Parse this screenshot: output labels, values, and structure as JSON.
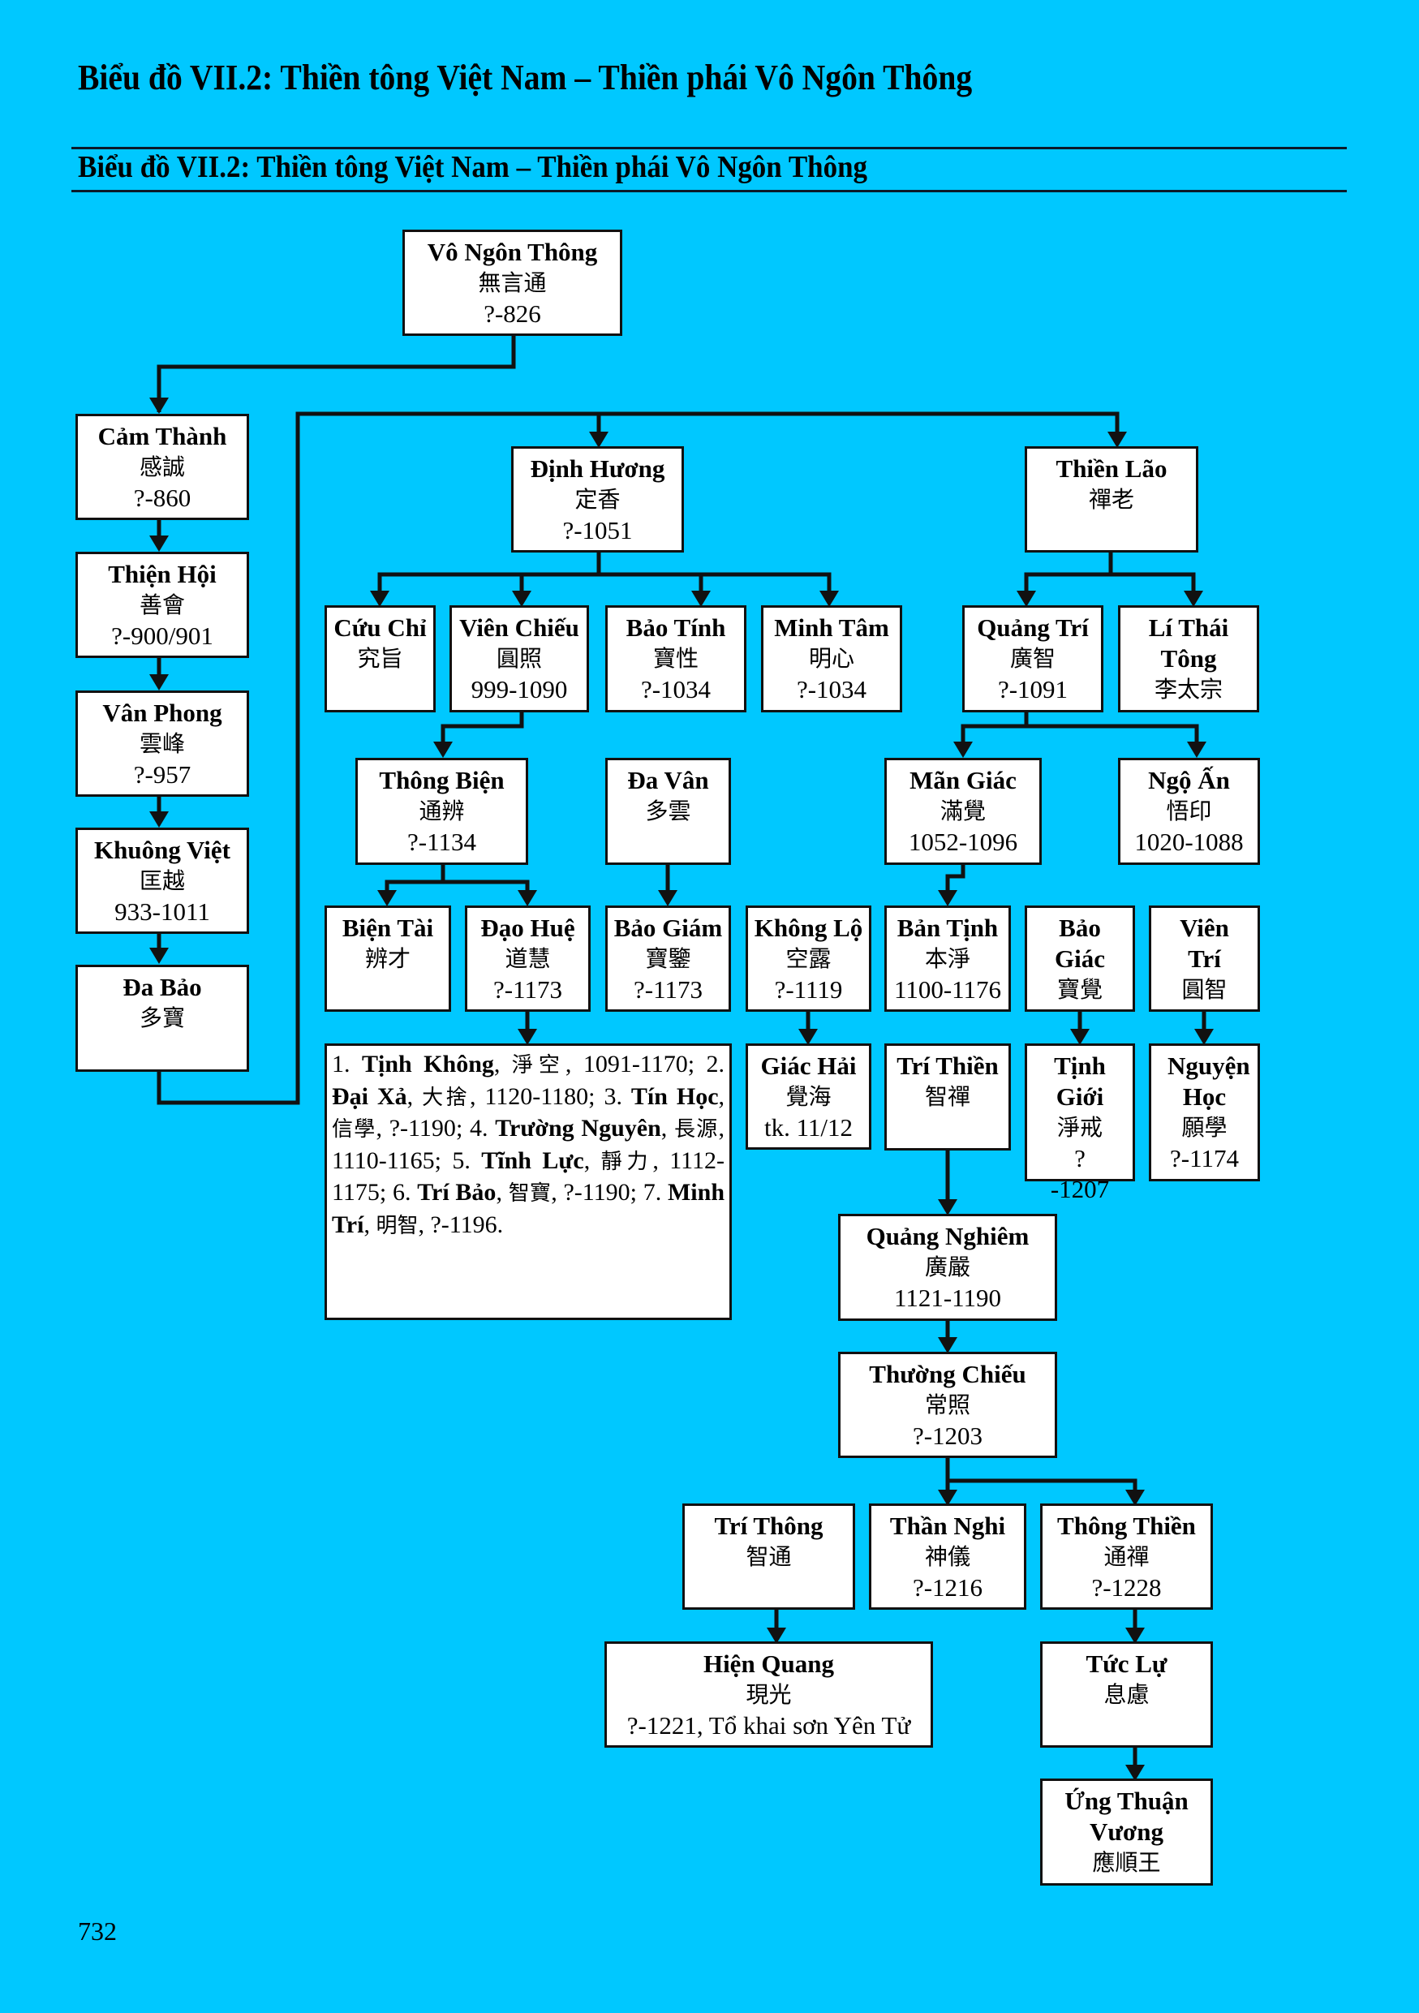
{
  "page": {
    "title": "Biểu đồ VII.2: Thiền tông Việt Nam – Thiền phái Vô Ngôn Thông",
    "subtitle": "Biểu đồ VII.2: Thiền tông Việt Nam – Thiền phái Vô Ngôn Thông",
    "page_number": "732"
  },
  "colors": {
    "background": "#00c8ff",
    "box_fill": "#ffffff",
    "line": "#111111"
  },
  "nodes": {
    "vo_ngon_thong": {
      "name": "Vô Ngôn Thông",
      "han": "無言通",
      "dates": "?-826"
    },
    "cam_thanh": {
      "name": "Cảm Thành",
      "han": "感誠",
      "dates": "?-860"
    },
    "thien_hoi": {
      "name": "Thiện Hội",
      "han": "善會",
      "dates": "?-900/901"
    },
    "van_phong": {
      "name": "Vân Phong",
      "han": "雲峰",
      "dates": "?-957"
    },
    "khuong_viet": {
      "name": "Khuông Việt",
      "han": "匡越",
      "dates": "933-1011"
    },
    "da_bao": {
      "name": "Đa Bảo",
      "han": "多寶",
      "dates": ""
    },
    "dinh_huong": {
      "name": "Định Hương",
      "han": "定香",
      "dates": "?-1051"
    },
    "thien_lao": {
      "name": "Thiền Lão",
      "han": "禪老",
      "dates": ""
    },
    "cuu_chi": {
      "name": "Cứu Chỉ",
      "han": "究旨",
      "dates": ""
    },
    "vien_chieu": {
      "name": "Viên Chiếu",
      "han": "圓照",
      "dates": "999-1090"
    },
    "bao_tinh": {
      "name": "Bảo Tính",
      "han": "寶性",
      "dates": "?-1034"
    },
    "minh_tam": {
      "name": "Minh Tâm",
      "han": "明心",
      "dates": "?-1034"
    },
    "quang_tri": {
      "name": "Quảng Trí",
      "han": "廣智",
      "dates": "?-1091"
    },
    "li_thai_tong": {
      "name": "Lí Thái Tông",
      "han": "李太宗",
      "dates": ""
    },
    "thong_bien": {
      "name": "Thông Biện",
      "han": "通辨",
      "dates": "?-1134"
    },
    "da_van": {
      "name": "Đa Vân",
      "han": "多雲",
      "dates": ""
    },
    "man_giac": {
      "name": "Mãn Giác",
      "han": "滿覺",
      "dates": "1052-1096"
    },
    "ngo_an": {
      "name": "Ngộ Ấn",
      "han": "悟印",
      "dates": "1020-1088"
    },
    "bien_tai": {
      "name": "Biện Tài",
      "han": "辨才",
      "dates": ""
    },
    "dao_hue": {
      "name": "Đạo Huệ",
      "han": "道慧",
      "dates": "?-1173"
    },
    "bao_giam": {
      "name": "Bảo Giám",
      "han": "寶鑒",
      "dates": "?-1173"
    },
    "khong_lo": {
      "name": "Không Lộ",
      "han": "空露",
      "dates": "?-1119"
    },
    "ban_tinh": {
      "name": "Bản Tịnh",
      "han": "本淨",
      "dates": "1100-1176"
    },
    "bao_giac": {
      "name": "Bảo Giác",
      "han": "寶覺",
      "dates": ""
    },
    "vien_tri": {
      "name": "Viên Trí",
      "han": "圓智",
      "dates": ""
    },
    "giac_hai": {
      "name": "Giác Hải",
      "han": "覺海",
      "dates": "tk. 11/12"
    },
    "tri_thien": {
      "name": "Trí Thiền",
      "han": "智禪",
      "dates": ""
    },
    "tinh_gioi": {
      "name": "Tịnh Giới",
      "han": "淨戒",
      "dates": "?-1207"
    },
    "nguyen_hoc": {
      "name": "Nguyện Học",
      "han": "願學",
      "dates": "?-1174"
    },
    "quang_nghiem": {
      "name": "Quảng Nghiêm",
      "han": "廣嚴",
      "dates": "1121-1190"
    },
    "thuong_chieu": {
      "name": "Thường Chiếu",
      "han": "常照",
      "dates": "?-1203"
    },
    "tri_thong": {
      "name": "Trí Thông",
      "han": "智通",
      "dates": ""
    },
    "than_nghi": {
      "name": "Thần Nghi",
      "han": "神儀",
      "dates": "?-1216"
    },
    "thong_thien": {
      "name": "Thông Thiền",
      "han": "通禪",
      "dates": "?-1228"
    },
    "hien_quang": {
      "name": "Hiện Quang",
      "han": "現光",
      "dates": "?-1221, Tổ khai sơn Yên Tử"
    },
    "tuc_lu": {
      "name": "Tức Lự",
      "han": "息慮",
      "dates": ""
    },
    "ung_thuan_vuong": {
      "name": "Ứng Thuận Vương",
      "han": "應順王",
      "dates": ""
    }
  },
  "dao_hue_disciples": [
    {
      "num": "1.",
      "name": "Tịnh Không",
      "han": "淨空",
      "dates": "1091-1170"
    },
    {
      "num": "2.",
      "name": "Đại Xả",
      "han": "大捨",
      "dates": "1120-1180"
    },
    {
      "num": "3.",
      "name": "Tín Học",
      "han": "信學",
      "dates": "?-1190"
    },
    {
      "num": "4.",
      "name": "Trường Nguyên",
      "han": "長源",
      "dates": "1110-1165"
    },
    {
      "num": "5.",
      "name": "Tĩnh Lực",
      "han": "靜力",
      "dates": "1112-1175"
    },
    {
      "num": "6.",
      "name": "Trí Bảo",
      "han": "智寶",
      "dates": "?-1190"
    },
    {
      "num": "7.",
      "name": "Minh Trí",
      "han": "明智",
      "dates": "?-1196"
    }
  ],
  "edges": [
    [
      "vo_ngon_thong",
      "cam_thanh"
    ],
    [
      "cam_thanh",
      "thien_hoi"
    ],
    [
      "thien_hoi",
      "van_phong"
    ],
    [
      "van_phong",
      "khuong_viet"
    ],
    [
      "khuong_viet",
      "da_bao"
    ],
    [
      "da_bao",
      "dinh_huong"
    ],
    [
      "da_bao",
      "thien_lao"
    ],
    [
      "dinh_huong",
      "cuu_chi"
    ],
    [
      "dinh_huong",
      "vien_chieu"
    ],
    [
      "dinh_huong",
      "bao_tinh"
    ],
    [
      "dinh_huong",
      "minh_tam"
    ],
    [
      "thien_lao",
      "quang_tri"
    ],
    [
      "thien_lao",
      "li_thai_tong"
    ],
    [
      "vien_chieu",
      "thong_bien"
    ],
    [
      "quang_tri",
      "man_giac"
    ],
    [
      "quang_tri",
      "ngo_an"
    ],
    [
      "thong_bien",
      "bien_tai"
    ],
    [
      "thong_bien",
      "dao_hue"
    ],
    [
      "da_van",
      "bao_giam"
    ],
    [
      "man_giac",
      "ban_tinh"
    ],
    [
      "dao_hue",
      "dao_hue_disciples"
    ],
    [
      "khong_lo",
      "giac_hai"
    ],
    [
      "bao_giac",
      "tinh_gioi"
    ],
    [
      "vien_tri",
      "nguyen_hoc"
    ],
    [
      "tri_thien",
      "quang_nghiem"
    ],
    [
      "quang_nghiem",
      "thuong_chieu"
    ],
    [
      "thuong_chieu",
      "than_nghi"
    ],
    [
      "thuong_chieu",
      "thong_thien"
    ],
    [
      "tri_thong",
      "hien_quang"
    ],
    [
      "thong_thien",
      "tuc_lu"
    ],
    [
      "tuc_lu",
      "ung_thuan_vuong"
    ]
  ]
}
